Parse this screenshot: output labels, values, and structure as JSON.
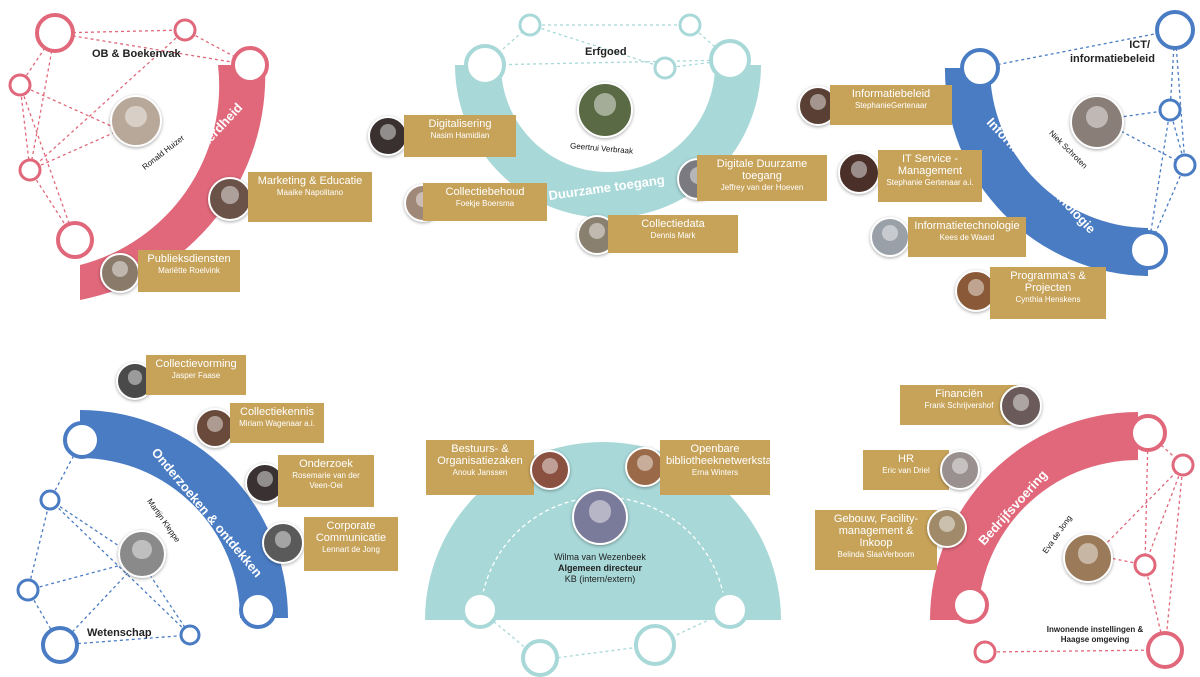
{
  "colors": {
    "pink": "#e0687a",
    "teal": "#a8d8d8",
    "blue": "#4a7cc4",
    "gold": "#c7a35a"
  },
  "groups": {
    "lezen": {
      "title": "Lezen & digitale geletterdheid",
      "area_label": "OB & Boekenvak",
      "lead_name": "Ronald Huizer",
      "cards": [
        {
          "role": "Marketing & Educatie",
          "name": "Maaike Napolitano"
        },
        {
          "role": "Publieksdiensten",
          "name": "Mariëtte Roelvink"
        }
      ]
    },
    "duurzaam": {
      "title": "Duurzame toegang",
      "area_label": "Erfgoed",
      "lead_name": "Geertrui Verbraak",
      "cards": [
        {
          "role": "Digitalisering",
          "name": "Nasim Hamidian"
        },
        {
          "role": "Collectiebehoud",
          "name": "Foekje Boersma"
        },
        {
          "role": "Digitale Duurzame toegang",
          "name": "Jeffrey van der Hoeven"
        },
        {
          "role": "Collectiedata",
          "name": "Dennis Mark"
        }
      ]
    },
    "informatie": {
      "title": "Informatie & technologie",
      "area_label": "ICT/ informatiebeleid",
      "lead_name": "Niek Schroten",
      "cards": [
        {
          "role": "Informatiebeleid",
          "name": "StephanieGertenaar"
        },
        {
          "role": "IT Service - Management",
          "name": "Stephanie Gertenaar a.i."
        },
        {
          "role": "Informatietechnologie",
          "name": "Kees de Waard"
        },
        {
          "role": "Programma's & Projecten",
          "name": "Cynthia Henskens"
        }
      ]
    },
    "onderzoeken": {
      "title": "Onderzoeken & ontdekken",
      "area_label": "Wetenschap",
      "lead_name": "Martijn Kleppe",
      "cards": [
        {
          "role": "Collectievorming",
          "name": "Jasper Faase"
        },
        {
          "role": "Collectiekennis",
          "name": "Miriam Wagenaar a.i."
        },
        {
          "role": "Onderzoek",
          "name": "Rosemarie van der Veen-Oei"
        },
        {
          "role": "Corporate Communicatie",
          "name": "Lennart de Jong"
        }
      ]
    },
    "directie": {
      "cards": [
        {
          "role": "Bestuurs- & Organisatiezaken",
          "name": "Anouk Janssen"
        },
        {
          "role": "Openbare bibliotheeknetwerkstaf",
          "name": "Erna Winters"
        }
      ],
      "director_name": "Wilma van Wezenbeek",
      "director_title": "Algemeen directeur",
      "director_sub": "KB (intern/extern)"
    },
    "bedrijf": {
      "title": "Bedrijfsvoering",
      "area_label": "Inwonende instellingen & Haagse omgeving",
      "lead_name": "Eva de Jong",
      "cards": [
        {
          "role": "Financiën",
          "name": "Frank Schrijvershof"
        },
        {
          "role": "HR",
          "name": "Eric van Driel"
        },
        {
          "role": "Gebouw, Facility-management & Inkoop",
          "name": "Belinda SlaaVerboom"
        }
      ]
    }
  }
}
